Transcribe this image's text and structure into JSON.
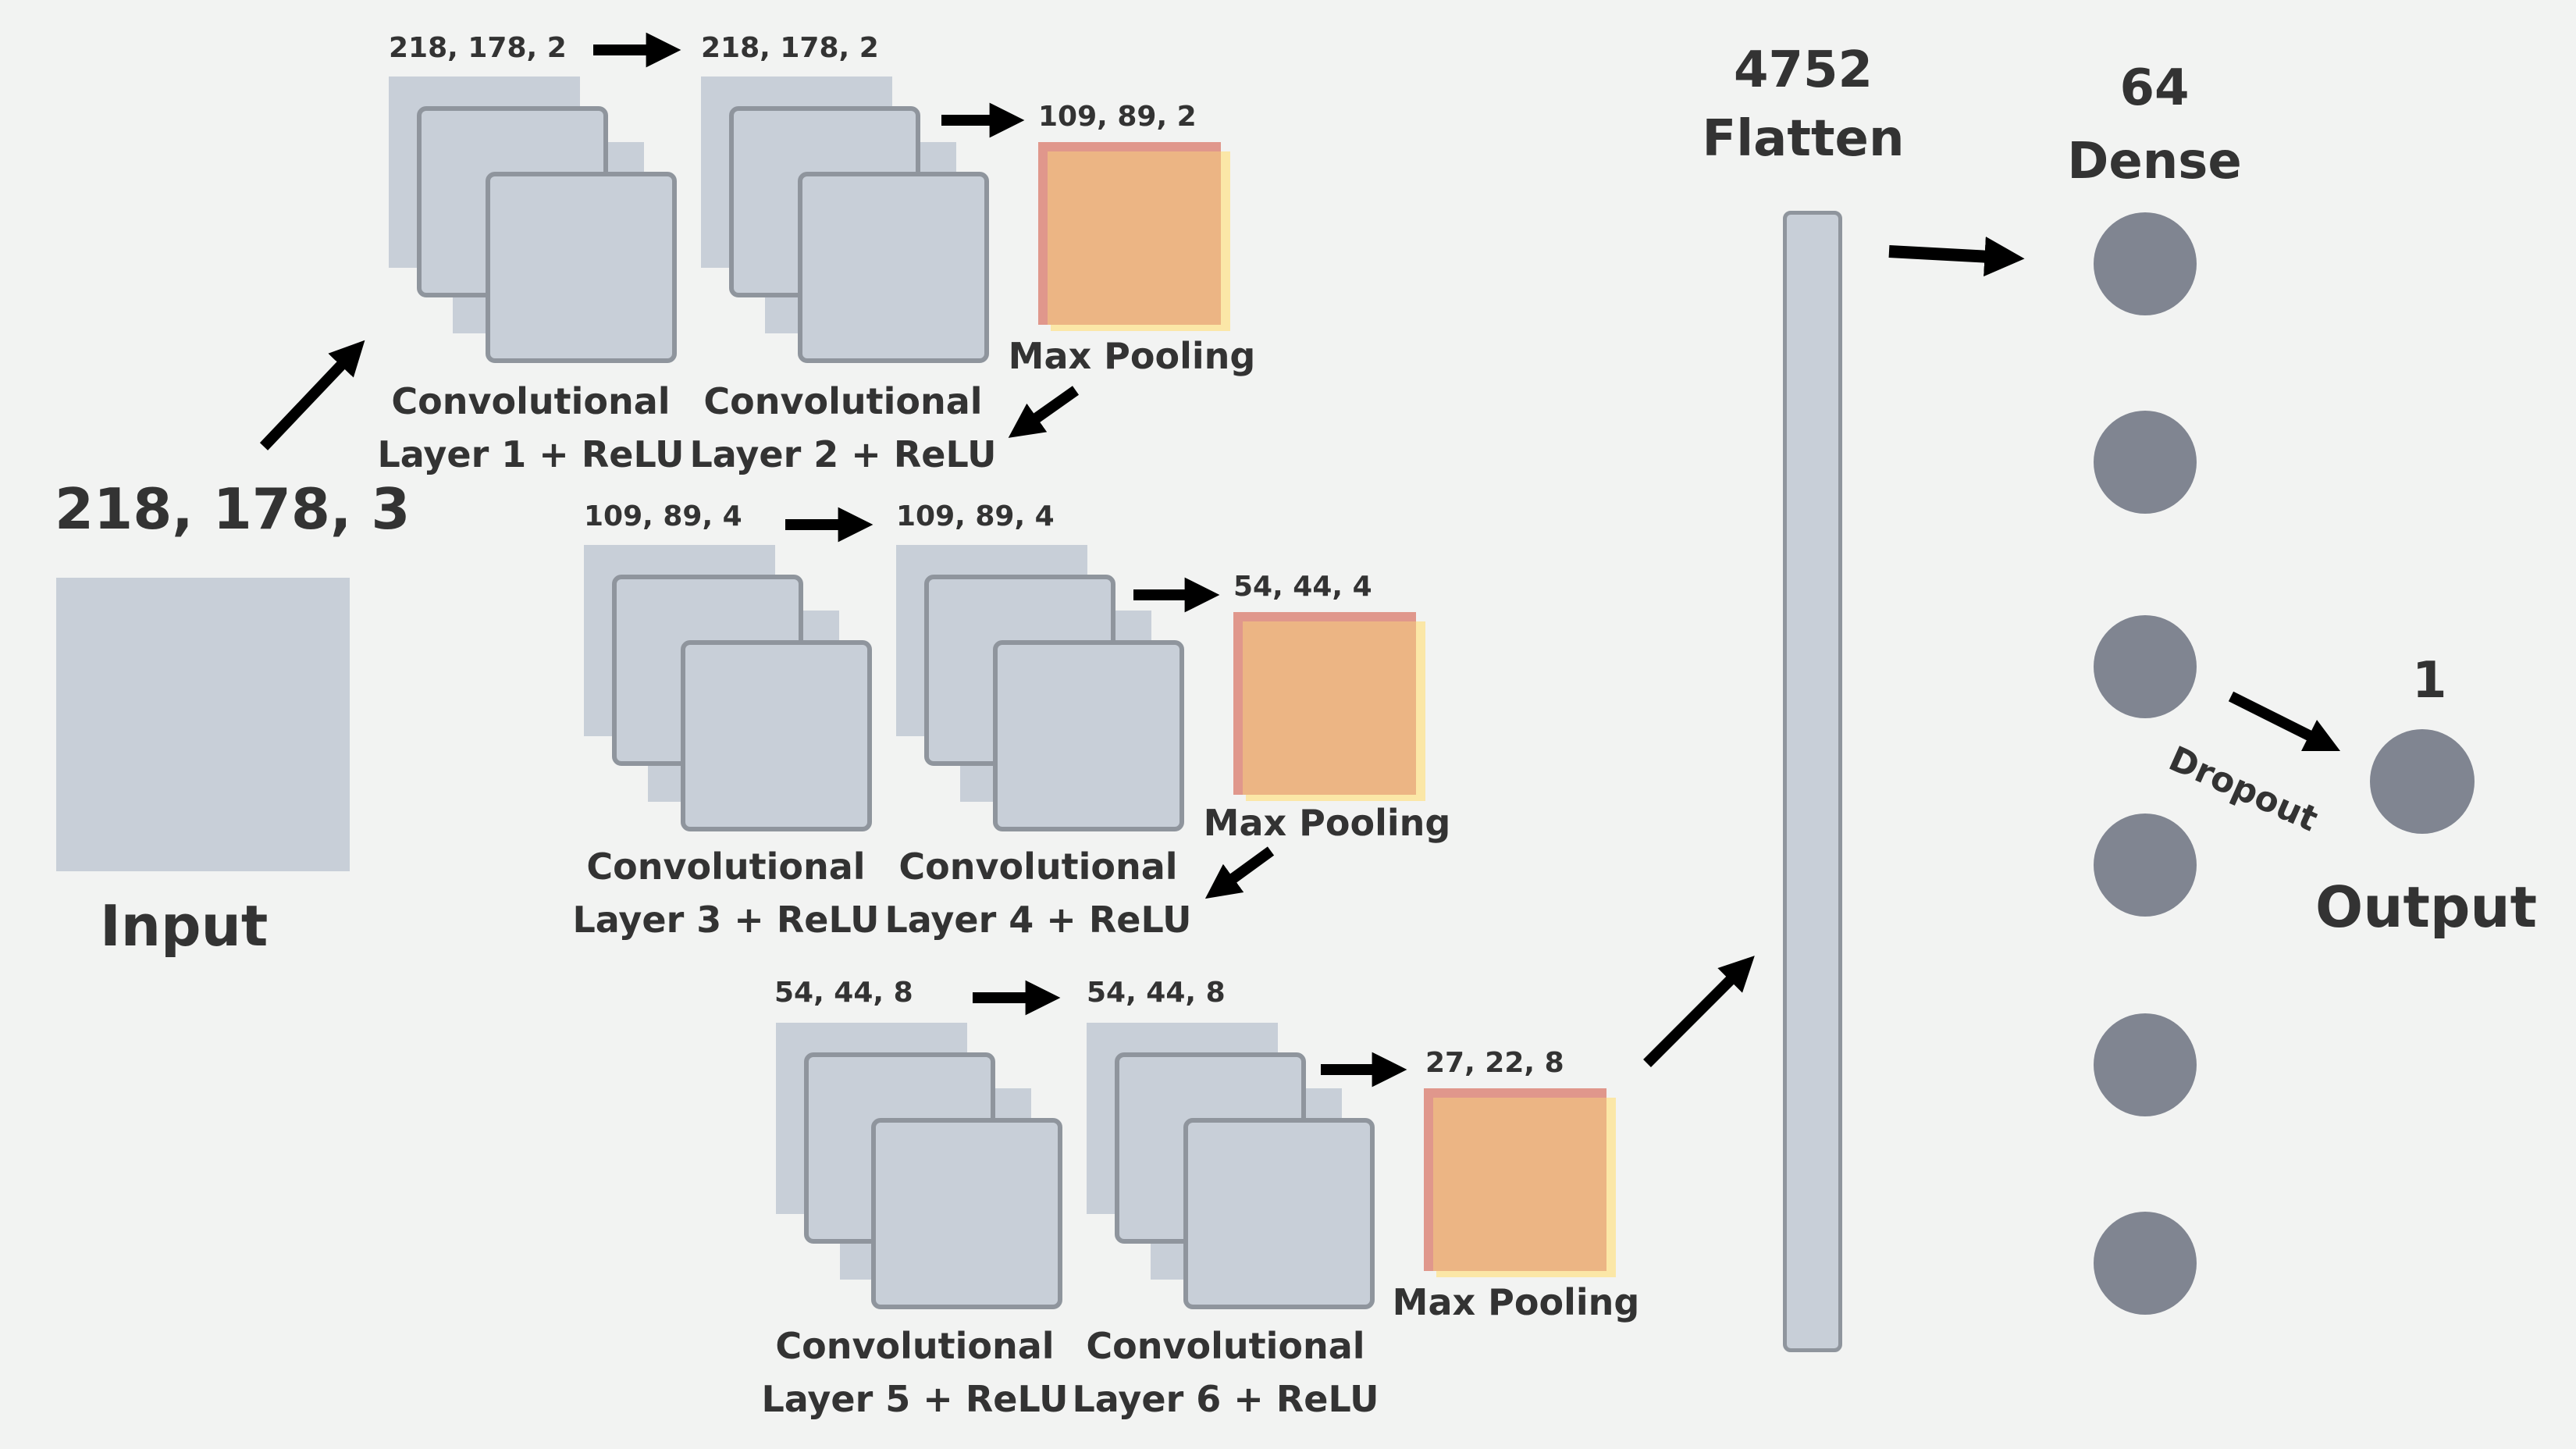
{
  "input": {
    "shape": "218, 178, 3",
    "label": "Input"
  },
  "blocks": [
    {
      "conv_a": {
        "shape": "218, 178, 2",
        "line1": "Convolutional",
        "line2": "Layer 1 + ReLU"
      },
      "conv_b": {
        "shape": "218, 178, 2",
        "line1": "Convolutional",
        "line2": "Layer 2 + ReLU"
      },
      "pool": {
        "shape": "109, 89, 2",
        "label": "Max Pooling"
      }
    },
    {
      "conv_a": {
        "shape": "109, 89, 4",
        "line1": "Convolutional",
        "line2": "Layer 3 + ReLU"
      },
      "conv_b": {
        "shape": "109, 89, 4",
        "line1": "Convolutional",
        "line2": "Layer 4 + ReLU"
      },
      "pool": {
        "shape": "54, 44, 4",
        "label": "Max Pooling"
      }
    },
    {
      "conv_a": {
        "shape": "54, 44, 8",
        "line1": "Convolutional",
        "line2": "Layer 5 + ReLU"
      },
      "conv_b": {
        "shape": "54, 44, 8",
        "line1": "Convolutional",
        "line2": "Layer 6 + ReLU"
      },
      "pool": {
        "shape": "27, 22, 8",
        "label": "Max Pooling"
      }
    }
  ],
  "flatten": {
    "units": "4752",
    "label": "Flatten"
  },
  "dense": {
    "units": "64",
    "label": "Dense"
  },
  "dropout": {
    "label": "Dropout"
  },
  "output": {
    "units": "1",
    "label": "Output"
  },
  "colors": {
    "background": "#f2f3f2",
    "tensor_fill": "#c8cfd8",
    "tensor_border": "#8f959d",
    "pool_fill": "#ecb584",
    "pool_shadow_red": "#e0978c",
    "pool_shadow_yellow": "#fbe7a7",
    "neuron": "#808591",
    "text": "#333333",
    "arrow": "#000000"
  }
}
